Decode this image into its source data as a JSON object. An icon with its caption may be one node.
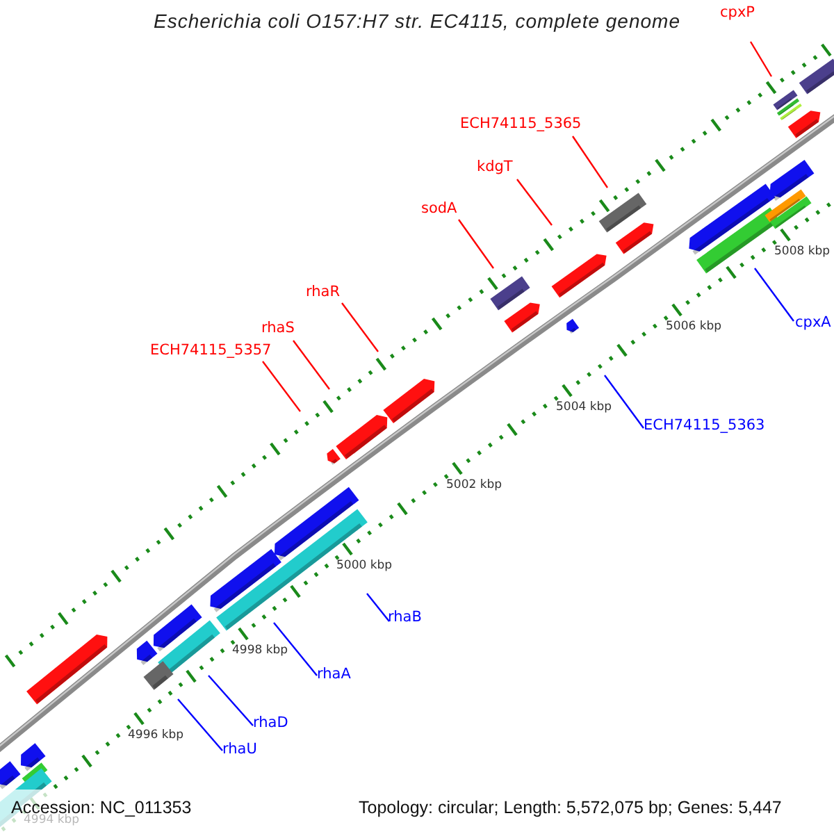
{
  "diagram": {
    "title": "Escherichia coli O157:H7 str. EC4115, complete genome",
    "nodes": [
      {
        "text": [
          "cpxP"
        ]
      },
      {
        "text": [
          "ECH74115_5365"
        ]
      },
      {
        "text": [
          "kdgT"
        ]
      },
      {
        "text": [
          "sodA"
        ]
      },
      {
        "text": [
          "rhaR"
        ]
      },
      {
        "text": [
          "rhaS"
        ]
      },
      {
        "text": [
          "ECH74115_5357"
        ]
      },
      {
        "text": [
          "cpxA"
        ]
      },
      {
        "text": [
          "ECH74115_5363"
        ]
      },
      {
        "text": [
          "rhaB"
        ]
      },
      {
        "text": [
          "rhaA"
        ]
      },
      {
        "text": [
          "rhaD"
        ]
      },
      {
        "text": [
          "rhaU"
        ]
      }
    ],
    "edges": [
      {
        "from": 0,
        "to": null,
        "arrow": "none"
      },
      {
        "from": 1,
        "to": null,
        "arrow": "none"
      },
      {
        "from": 2,
        "to": null,
        "arrow": "none"
      },
      {
        "from": 3,
        "to": null,
        "arrow": "none"
      },
      {
        "from": 4,
        "to": null,
        "arrow": "none"
      },
      {
        "from": 5,
        "to": null,
        "arrow": "none"
      },
      {
        "from": 6,
        "to": null,
        "arrow": "none"
      },
      {
        "from": 7,
        "to": null,
        "arrow": "none",
        "color": "#0000ff"
      },
      {
        "from": 8,
        "to": null,
        "arrow": "none",
        "color": "#0000ff"
      },
      {
        "from": 9,
        "to": null,
        "arrow": "none",
        "color": "#0000ff"
      },
      {
        "from": 10,
        "to": null,
        "arrow": "none",
        "color": "#0000ff"
      },
      {
        "from": 11,
        "to": null,
        "arrow": "none",
        "color": "#0000ff"
      },
      {
        "from": 12,
        "to": null,
        "arrow": "none",
        "color": "#0000ff"
      }
    ],
    "labels": [
      "5008 kbp",
      "5006 kbp",
      "5004 kbp",
      "5002 kbp",
      "5000 kbp",
      "4998 kbp",
      "4996 kbp",
      "4994 kbp",
      "Accession: NC_011353",
      "Topology: circular; Length: 5,572,075 bp; Genes: 5,447"
    ]
  }
}
